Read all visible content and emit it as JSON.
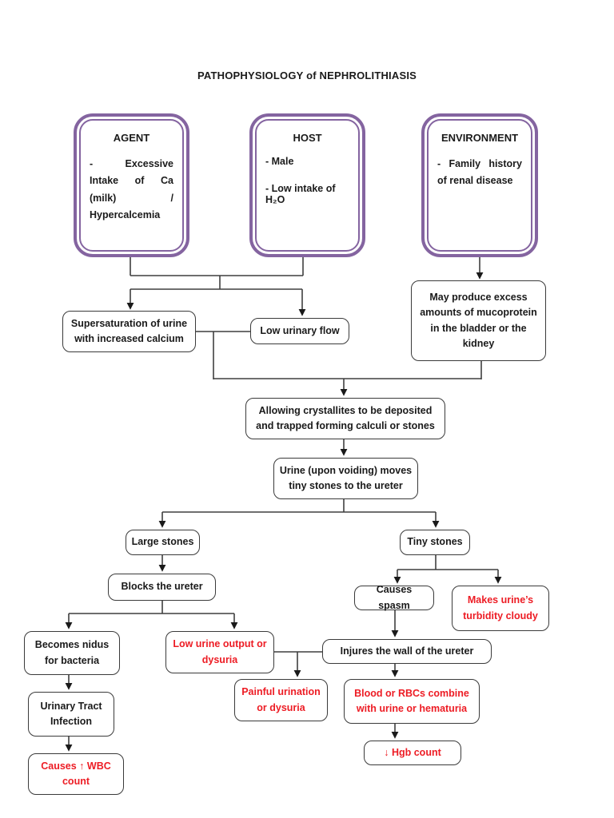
{
  "page": {
    "title": "PATHOPHYSIOLOGY of NEPHROLITHIASIS"
  },
  "colors": {
    "category_border": "#8464a0",
    "node_border": "#3a3a3a",
    "connector": "#3f3f3f",
    "red_text": "#ed1c24"
  },
  "categories": {
    "agent": {
      "heading": "AGENT",
      "body": "- Excessive Intake of Ca (milk) / Hypercalcemia"
    },
    "host": {
      "heading": "HOST",
      "item1": "- Male",
      "item2": "- Low intake of H₂O"
    },
    "environment": {
      "heading": "ENVIRONMENT",
      "body": "- Family history of renal disease"
    }
  },
  "nodes": {
    "supersaturation": "Supersaturation of urine with increased calcium",
    "low_urinary_flow": "Low urinary flow",
    "mucoprotein": "May produce excess amounts of mucoprotein in the bladder or the kidney",
    "crystallites": "Allowing crystallites to be deposited and trapped forming calculi or stones",
    "urine_moves": "Urine (upon voiding) moves tiny stones to the ureter",
    "large_stones": "Large stones",
    "tiny_stones": "Tiny stones",
    "blocks_ureter": "Blocks the ureter",
    "becomes_nidus": "Becomes nidus for bacteria",
    "uti": "Urinary Tract Infection",
    "wbc": "Causes ↑ WBC count",
    "low_urine_output": "Low urine output or dysuria",
    "painful_urination": "Painful urination or dysuria",
    "causes_spasm": "Causes spasm",
    "turbidity": "Makes urine’s turbidity cloudy",
    "injures_wall": "Injures the wall of the ureter",
    "hematuria": "Blood or RBCs combine with urine or hematuria",
    "hgb": "↓ Hgb count"
  }
}
